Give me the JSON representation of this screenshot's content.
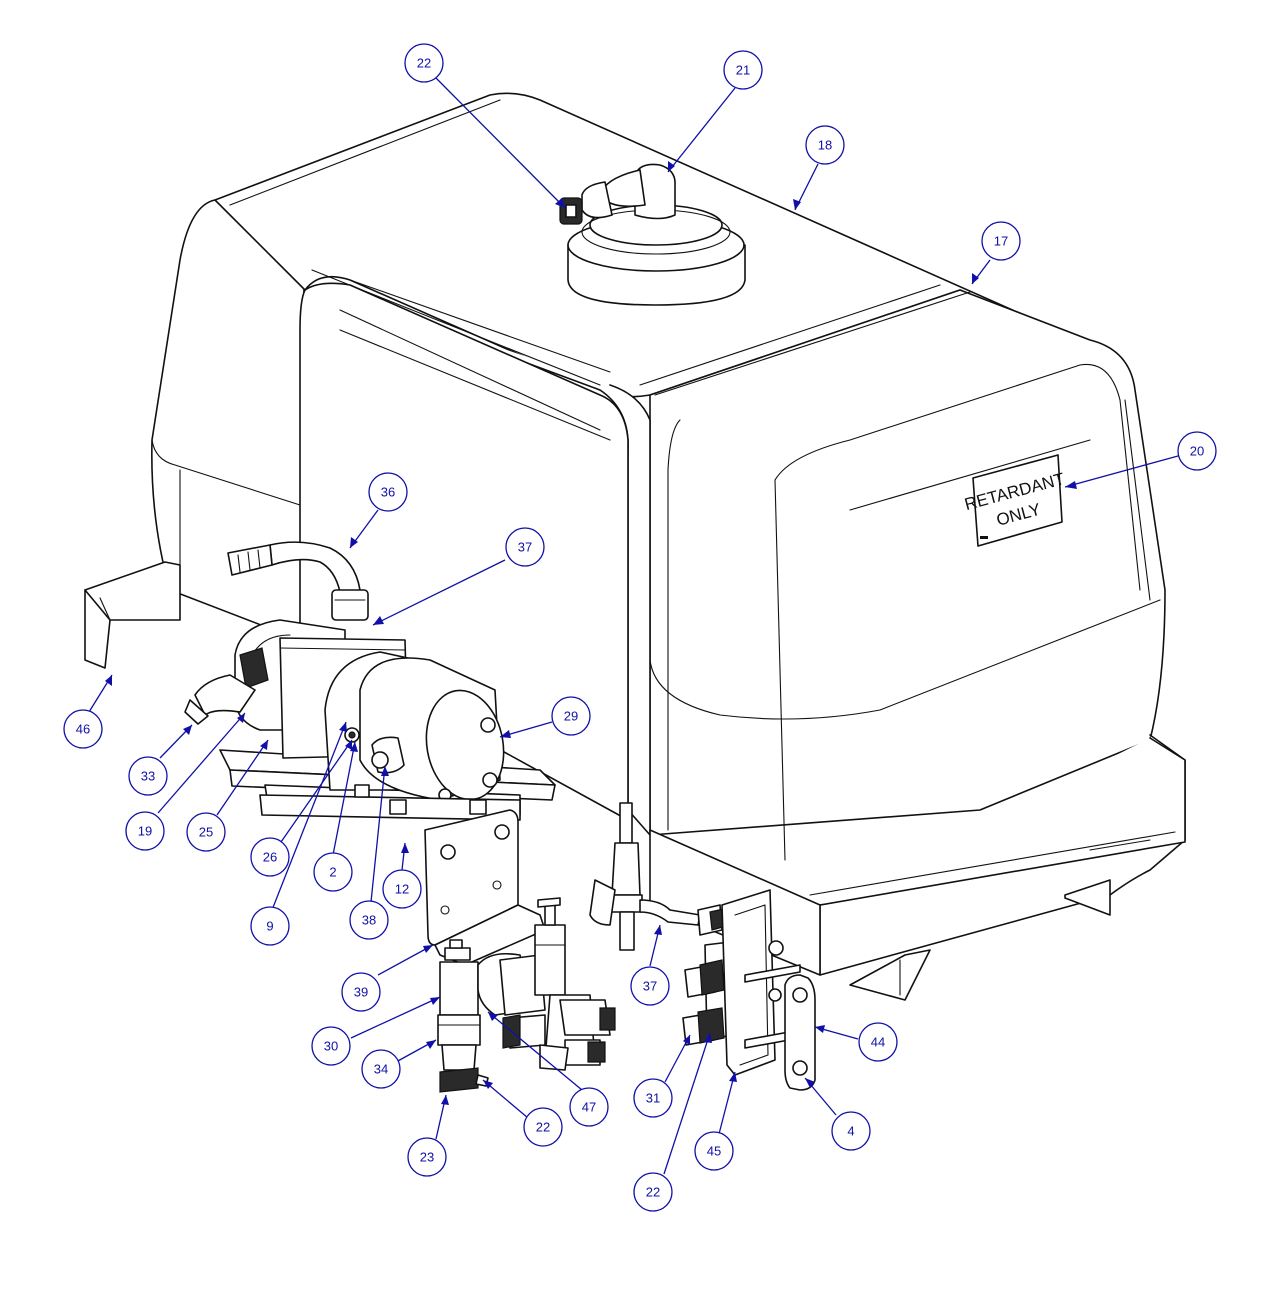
{
  "label_plate": {
    "line1": "RETARDANT",
    "line2": "ONLY"
  },
  "colors": {
    "callout": "#1010a8",
    "outline": "#111111"
  },
  "callouts": [
    {
      "id": "c22a",
      "label": "22"
    },
    {
      "id": "c21",
      "label": "21"
    },
    {
      "id": "c18",
      "label": "18"
    },
    {
      "id": "c17",
      "label": "17"
    },
    {
      "id": "c20",
      "label": "20"
    },
    {
      "id": "c36",
      "label": "36"
    },
    {
      "id": "c37a",
      "label": "37"
    },
    {
      "id": "c29",
      "label": "29"
    },
    {
      "id": "c46",
      "label": "46"
    },
    {
      "id": "c33",
      "label": "33"
    },
    {
      "id": "c19",
      "label": "19"
    },
    {
      "id": "c25",
      "label": "25"
    },
    {
      "id": "c26",
      "label": "26"
    },
    {
      "id": "c2",
      "label": "2"
    },
    {
      "id": "c9",
      "label": "9"
    },
    {
      "id": "c38",
      "label": "38"
    },
    {
      "id": "c12",
      "label": "12"
    },
    {
      "id": "c39",
      "label": "39"
    },
    {
      "id": "c30",
      "label": "30"
    },
    {
      "id": "c34",
      "label": "34"
    },
    {
      "id": "c23",
      "label": "23"
    },
    {
      "id": "c22b",
      "label": "22"
    },
    {
      "id": "c47",
      "label": "47"
    },
    {
      "id": "c37b",
      "label": "37"
    },
    {
      "id": "c31",
      "label": "31"
    },
    {
      "id": "c22c",
      "label": "22"
    },
    {
      "id": "c45",
      "label": "45"
    },
    {
      "id": "c44",
      "label": "44"
    },
    {
      "id": "c4",
      "label": "4"
    }
  ]
}
